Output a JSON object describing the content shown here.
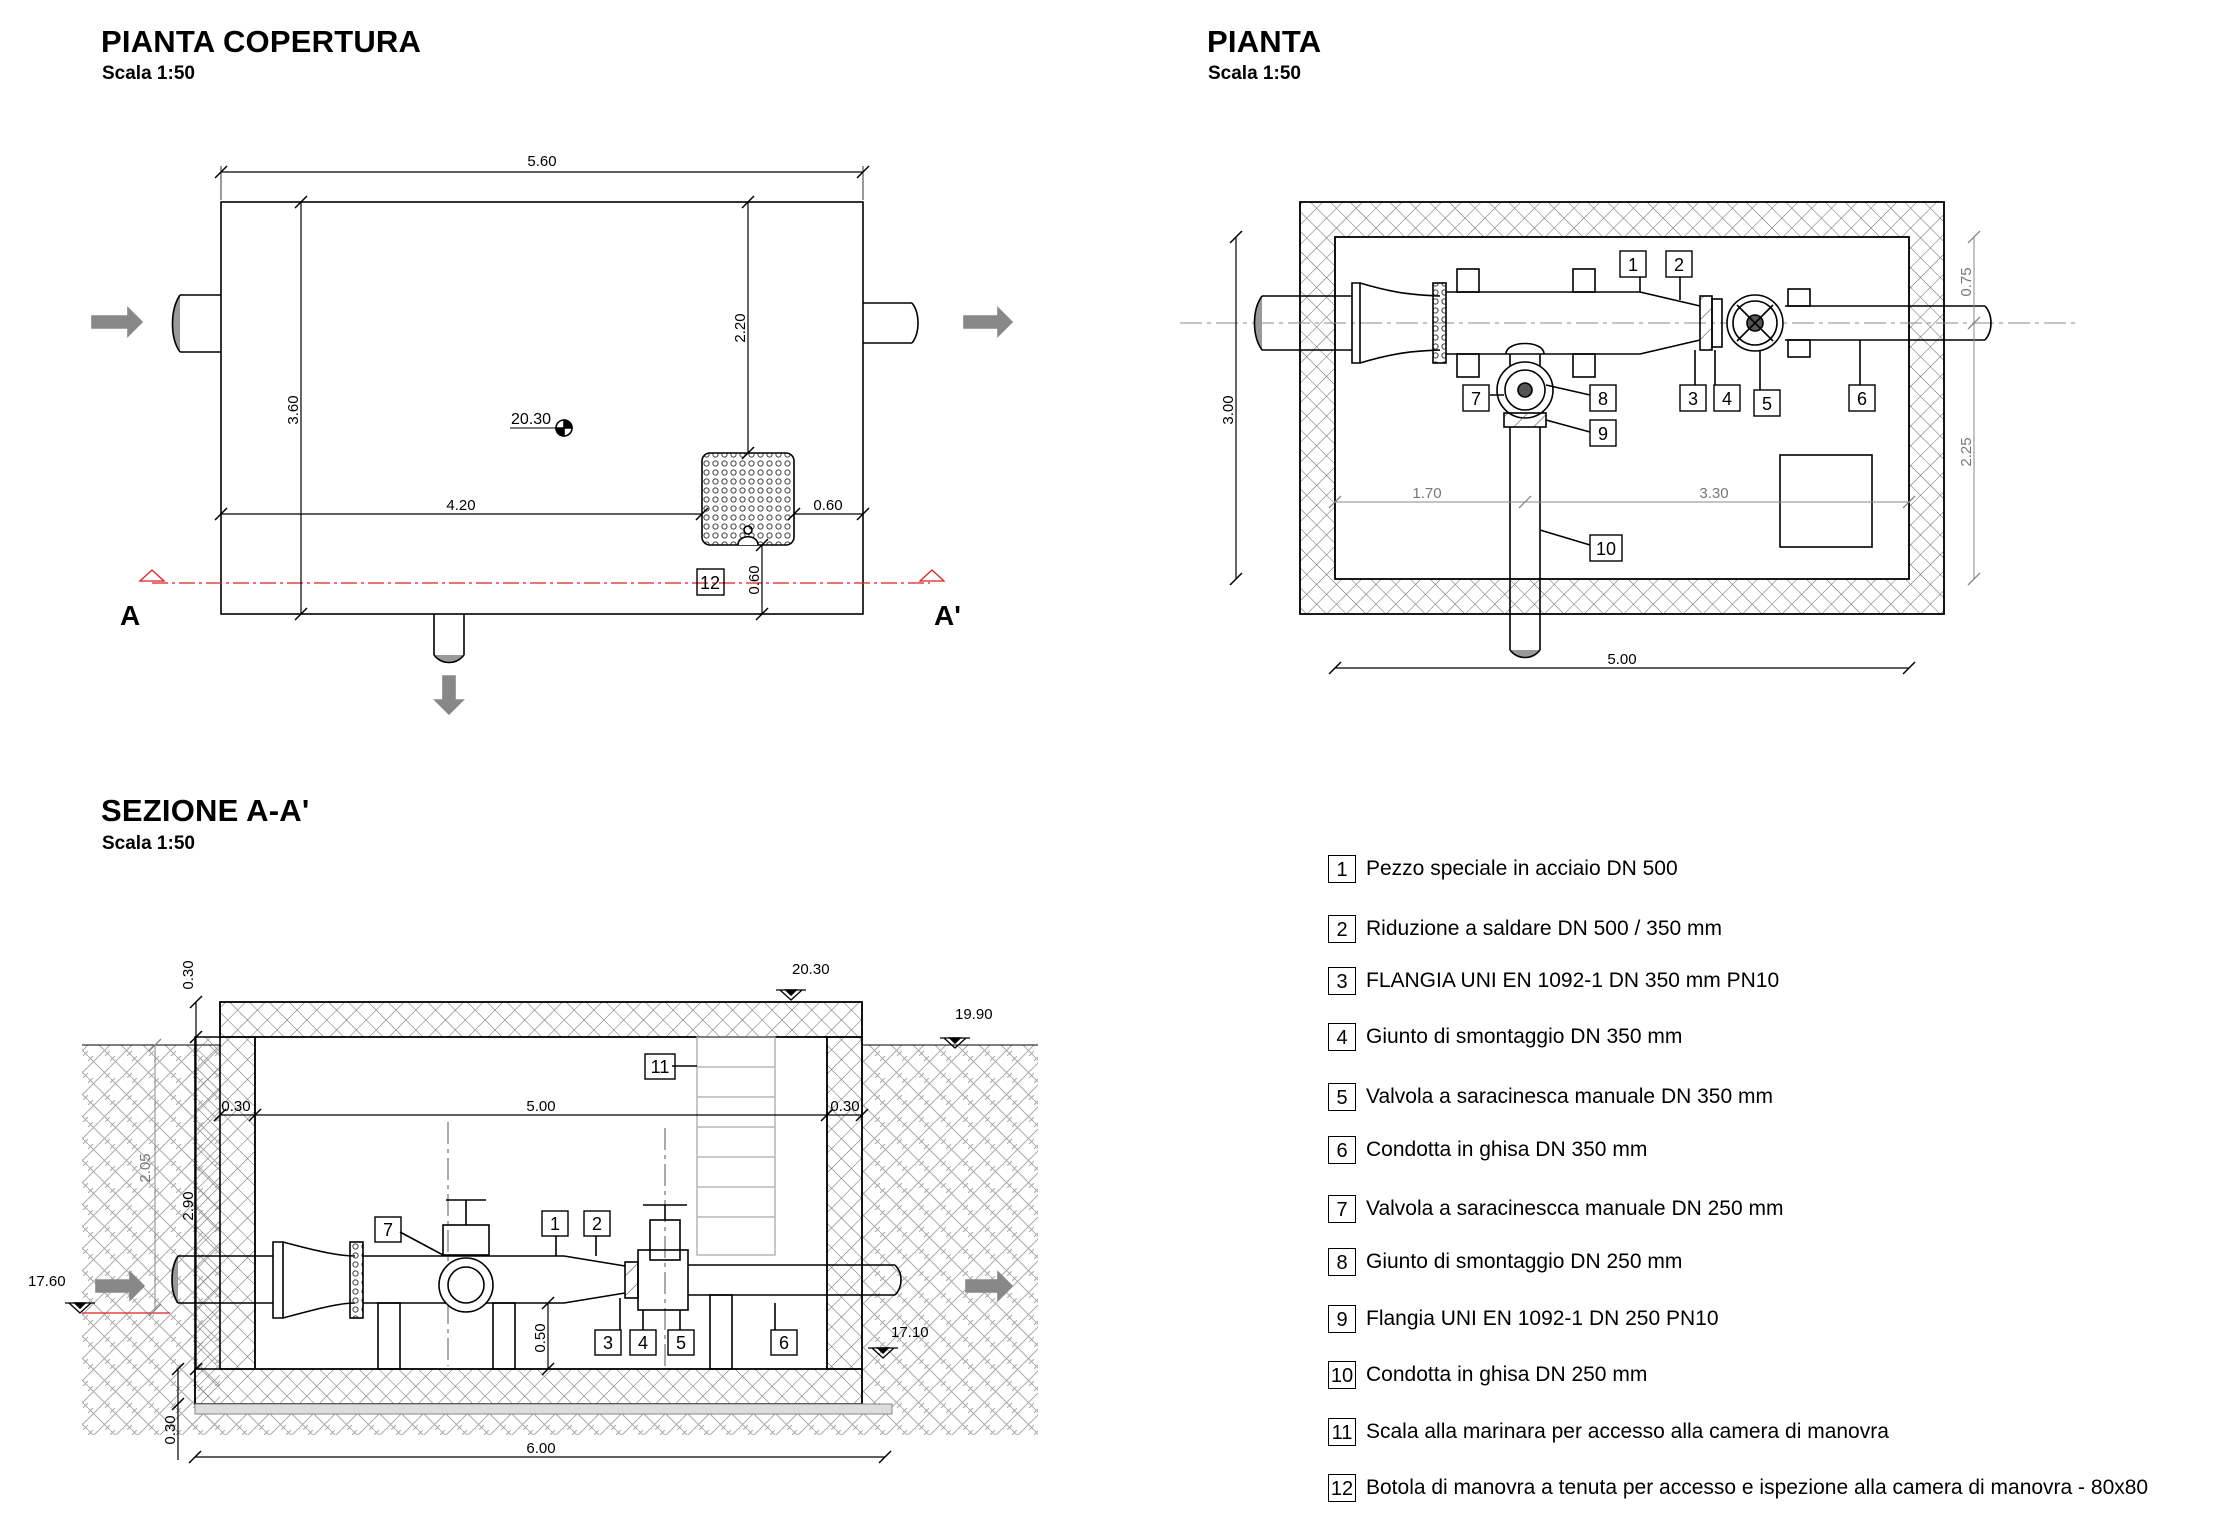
{
  "plans": {
    "roof": {
      "title": "PIANTA COPERTURA",
      "scale": "Scala 1:50"
    },
    "plan": {
      "title": "PIANTA",
      "scale": "Scala 1:50"
    },
    "section": {
      "title": "SEZIONE A-A'",
      "scale": "Scala 1:50"
    }
  },
  "roof_dims": {
    "w": "5.60",
    "h": "3.60",
    "d220": "2.20",
    "d420": "4.20",
    "d060a": "0.60",
    "d060b": "0.60",
    "elev": "20.30",
    "markA": "A",
    "markA2": "A'",
    "tag": "12"
  },
  "plan_dims": {
    "h300": "3.00",
    "d075": "0.75",
    "d225": "2.25",
    "d170": "1.70",
    "d330": "3.30",
    "d500": "5.00",
    "tags": [
      "1",
      "2",
      "3",
      "4",
      "5",
      "6",
      "7",
      "8",
      "9",
      "10"
    ]
  },
  "section_dims": {
    "d030top": "0.30",
    "e2030": "20.30",
    "e1990": "19.90",
    "d030l": "0.30",
    "d500": "5.00",
    "d030r": "0.30",
    "d205": "2.05",
    "d290": "2.90",
    "e1760": "17.60",
    "d050": "0.50",
    "e1710": "17.10",
    "d030b": "0.30",
    "d600": "6.00",
    "tags": [
      "7",
      "1",
      "2",
      "3",
      "4",
      "5",
      "6",
      "11"
    ]
  },
  "legend": [
    {
      "n": "1",
      "text": "Pezzo speciale in acciaio DN 500"
    },
    {
      "n": "2",
      "text": "Riduzione a saldare DN 500 / 350 mm"
    },
    {
      "n": "3",
      "text": "FLANGIA UNI EN 1092-1 DN 350 mm PN10"
    },
    {
      "n": "4",
      "text": "Giunto di smontaggio DN 350 mm"
    },
    {
      "n": "5",
      "text": "Valvola a saracinesca manuale DN 350 mm"
    },
    {
      "n": "6",
      "text": "Condotta in ghisa DN 350 mm"
    },
    {
      "n": "7",
      "text": "Valvola a saracinescca manuale DN 250 mm"
    },
    {
      "n": "8",
      "text": "Giunto di smontaggio DN 250 mm"
    },
    {
      "n": "9",
      "text": "Flangia UNI EN 1092-1 DN 250 PN10"
    },
    {
      "n": "10",
      "text": "Condotta in ghisa DN 250 mm"
    },
    {
      "n": "11",
      "text": "Scala alla marinara per accesso alla camera di manovra"
    },
    {
      "n": "12",
      "text": "Botola di manovra a tenuta per accesso e ispezione alla camera di manovra - 80x80"
    }
  ]
}
